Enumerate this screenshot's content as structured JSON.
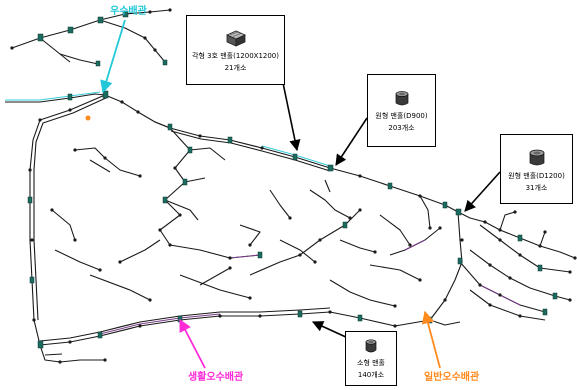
{
  "colors": {
    "storm": "#22c8d8",
    "sanitary": "#ff2bd6",
    "general": "#ff8a1e",
    "pipe": "#1a1a1a",
    "pipe_alt": "#7a3b8c",
    "node": "#1c6b5f"
  },
  "labels": {
    "storm_pipe": "우수배관",
    "sanitary_pipe": "생활오수배관",
    "general_pipe": "일반오수배관"
  },
  "callouts": [
    {
      "id": "square",
      "icon": "square-manhole-icon",
      "name": "각형 3호 맨홀(1200X1200)",
      "count": "21개소"
    },
    {
      "id": "d900",
      "icon": "round-manhole-icon",
      "name": "원형 맨홀(D900)",
      "count": "203개소"
    },
    {
      "id": "d1200",
      "icon": "round-manhole-icon",
      "name": "원형 맨홀(D1200)",
      "count": "31개소"
    },
    {
      "id": "small",
      "icon": "round-manhole-icon",
      "name": "소형 맨홀",
      "count": "140개소"
    }
  ]
}
